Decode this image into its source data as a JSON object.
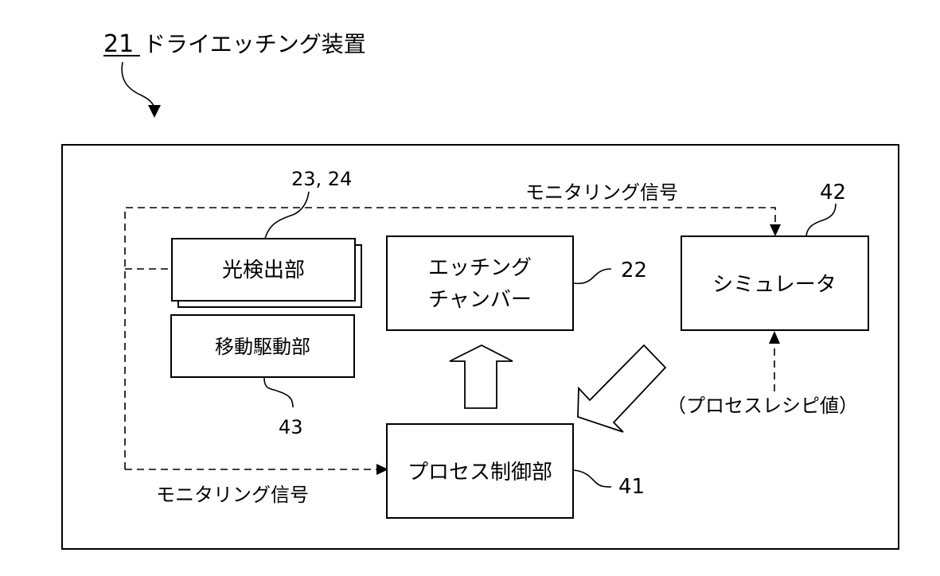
{
  "title": {
    "ref_number": "21",
    "label": "ドライエッチング装置"
  },
  "blocks": {
    "light_detector": {
      "label": "光検出部",
      "ref": "23, 24"
    },
    "move_driver": {
      "label": "移動駆動部",
      "ref": "43"
    },
    "etching_chamber": {
      "line1": "エッチング",
      "line2": "チャンバー",
      "ref": "22"
    },
    "simulator": {
      "label": "シミュレータ",
      "ref": "42"
    },
    "process_controller": {
      "label": "プロセス制御部",
      "ref": "41"
    }
  },
  "signals": {
    "monitoring_top": "モニタリング信号",
    "monitoring_bottom": "モニタリング信号",
    "recipe_input": "（プロセスレシピ値）"
  },
  "colors": {
    "ink": "#000000",
    "background": "#ffffff"
  }
}
